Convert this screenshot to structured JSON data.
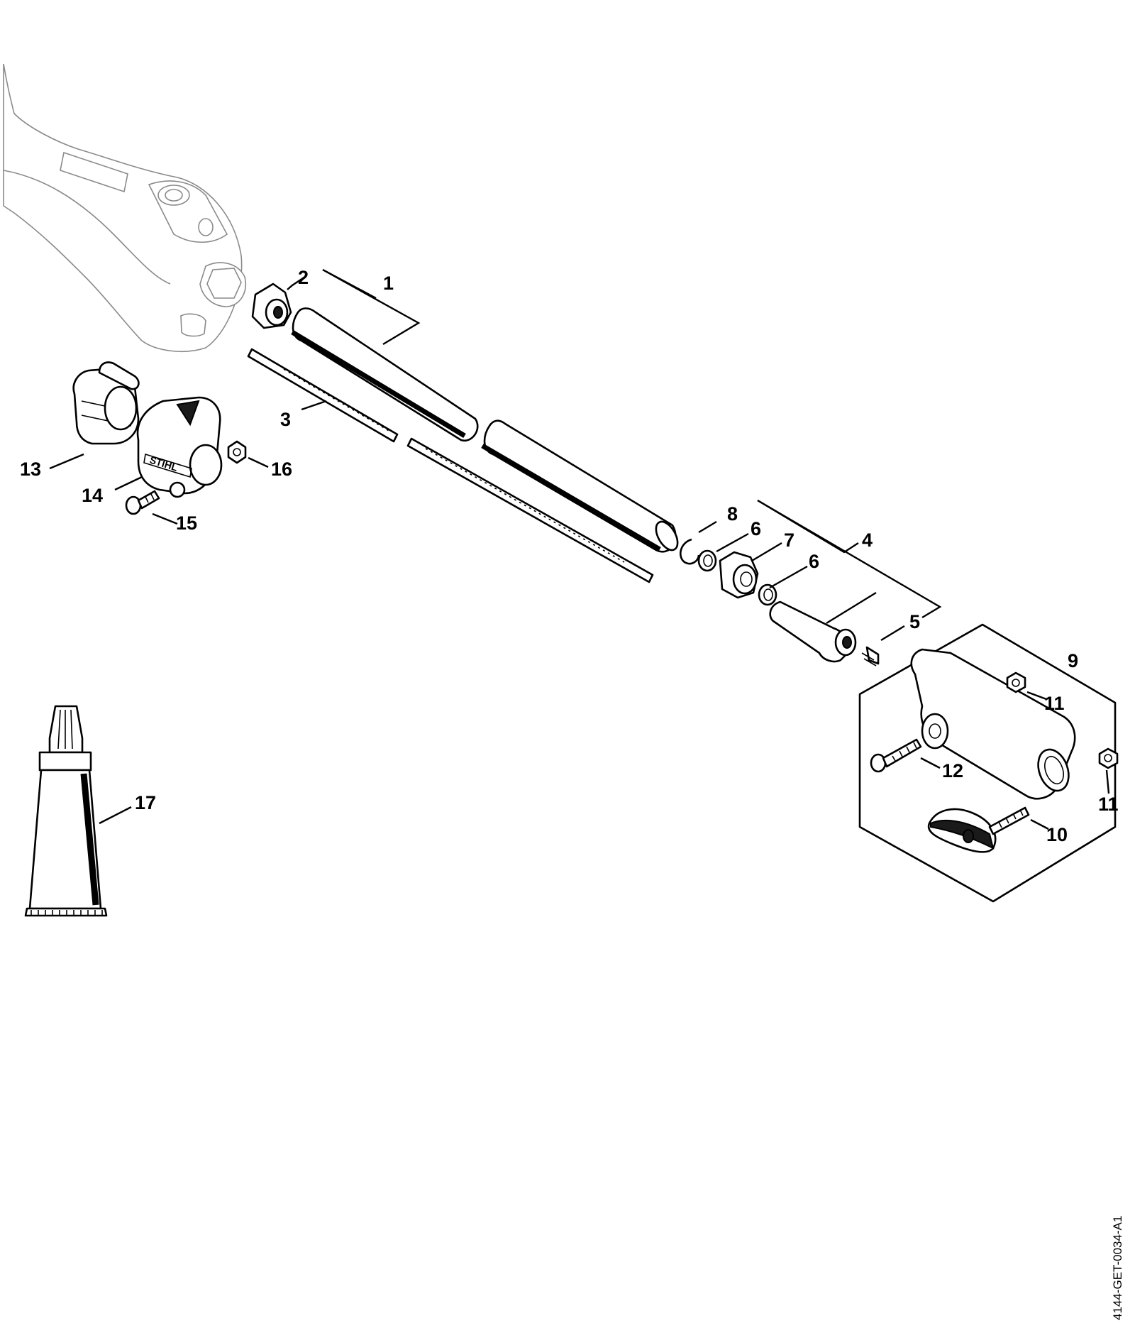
{
  "drawing_id": "4144-GET-0034-A1",
  "callouts": {
    "p1": "1",
    "p2": "2",
    "p3": "3",
    "p4": "4",
    "p5": "5",
    "p6a": "6",
    "p6b": "6",
    "p7": "7",
    "p8": "8",
    "p9": "9",
    "p10": "10",
    "p11a": "11",
    "p11b": "11",
    "p12": "12",
    "p13": "13",
    "p14": "14",
    "p15": "15",
    "p16": "16",
    "p17": "17"
  },
  "logo_text": "STIHL",
  "colors": {
    "line": "#000000",
    "ghost": "#8a8a8a",
    "background": "#ffffff"
  }
}
